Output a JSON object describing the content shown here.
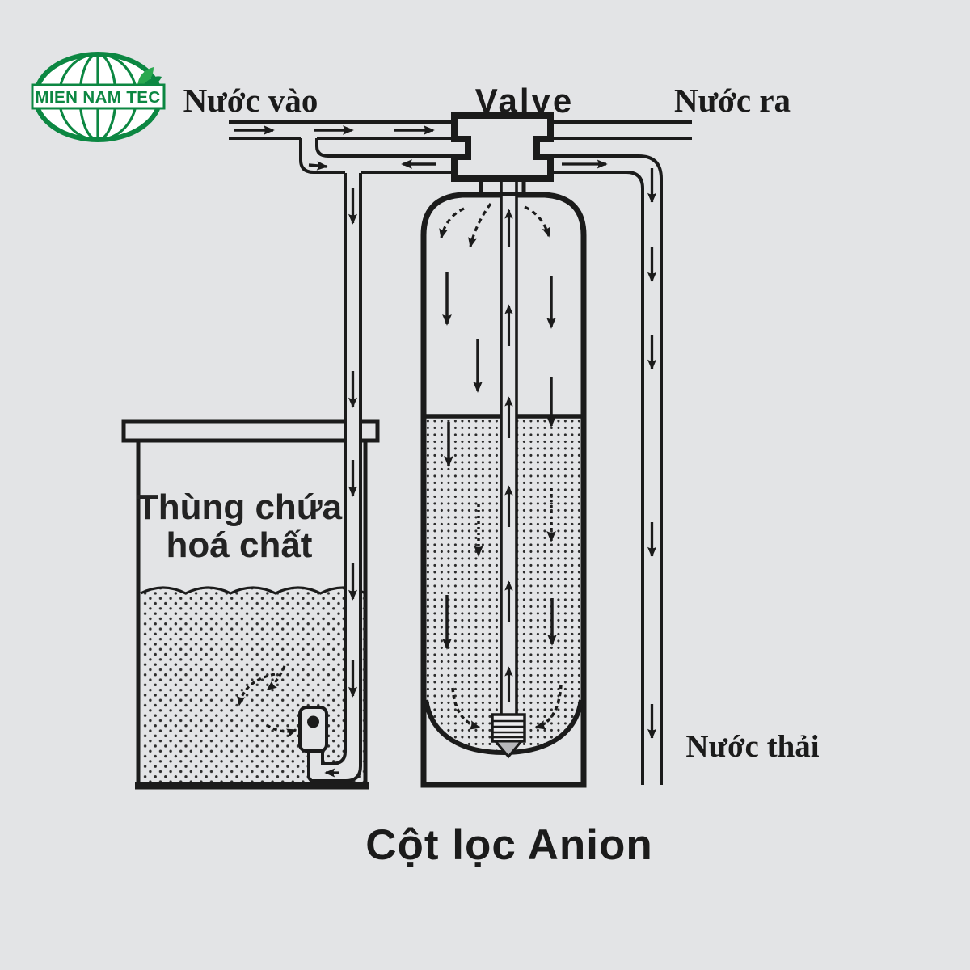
{
  "background": "#e3e4e6",
  "ink": "#1b1b1b",
  "logo": {
    "brand": "MIEN NAM TEC",
    "green": "#0c8742"
  },
  "labels": {
    "water_in": "Nước vào",
    "valve": "Valve",
    "water_out": "Nước ra",
    "waste_water": "Nước thải",
    "chemical_tank_line1": "Thùng chứa",
    "chemical_tank_line2": "hoá chất"
  },
  "caption": "Cột lọc Anion"
}
